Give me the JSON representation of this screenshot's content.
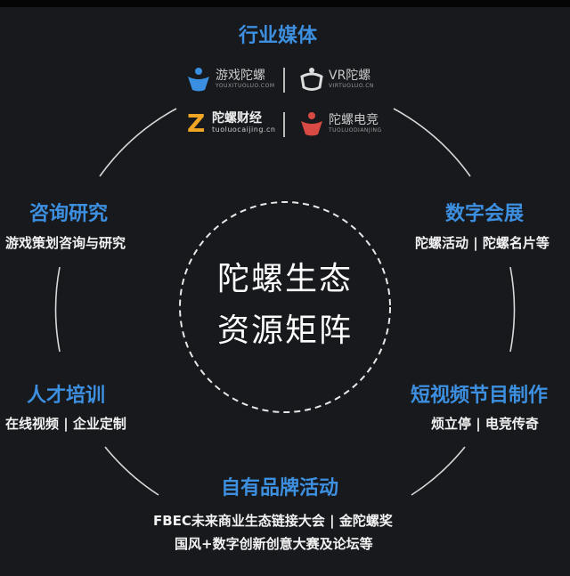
{
  "top": {
    "title": "行业媒体",
    "logos": [
      {
        "name": "游戏陀螺",
        "url": "YOUXITUOLUO.COM",
        "icon": "blue-top-icon"
      },
      {
        "name": "VR陀螺",
        "url": "VIRTUOLUO.CN",
        "icon": "vr-headset-icon"
      },
      {
        "name": "陀螺财经",
        "url": "tuoluocaijing.cn",
        "icon": "z-letter-icon"
      },
      {
        "name": "陀螺电竞",
        "url": "TUOLUODIANJING",
        "icon": "red-top-icon"
      }
    ]
  },
  "center": {
    "line1": "陀螺生态",
    "line2": "资源矩阵"
  },
  "nodes": {
    "consulting": {
      "title": "咨询研究",
      "sub": "游戏策划咨询与研究"
    },
    "exhibition": {
      "title": "数字会展",
      "sub": "陀螺活动 | 陀螺名片等"
    },
    "talent": {
      "title": "人才培训",
      "sub": "在线视频 | 企业定制"
    },
    "video": {
      "title": "短视频节目制作",
      "sub": "烦立停 | 电竞传奇"
    },
    "brand": {
      "title": "自有品牌活动",
      "sub1": "FBEC未来商业生态链接大会 | 金陀螺奖",
      "sub2": "国风+数字创新创意大赛及论坛等"
    }
  },
  "colors": {
    "accent": "#3d8fe0",
    "background": "#17191d"
  }
}
